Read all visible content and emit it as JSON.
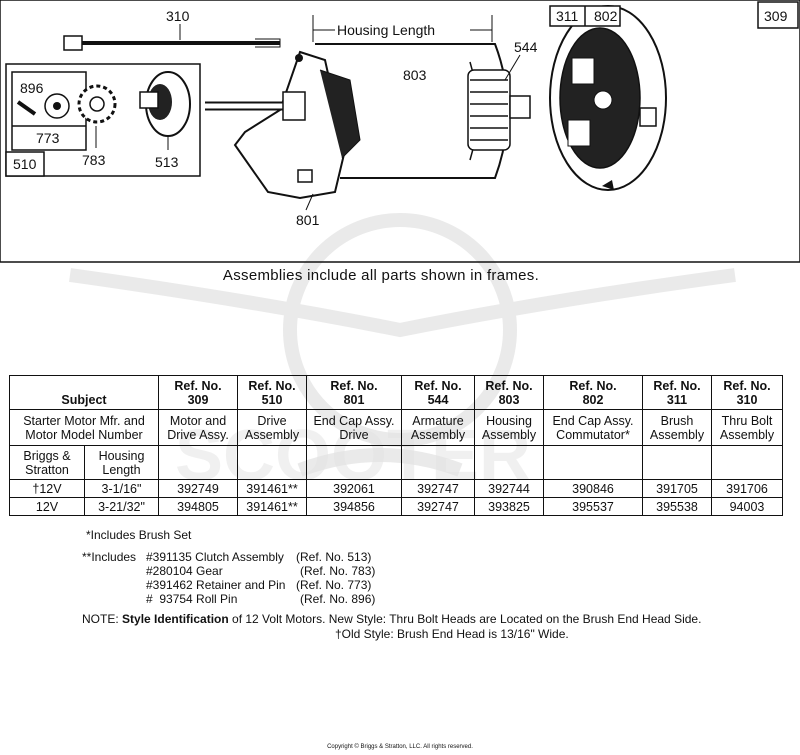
{
  "diagram": {
    "labels": {
      "p309": "309",
      "p310": "310",
      "housing_length": "Housing Length",
      "p544": "544",
      "p803": "803",
      "p311": "311",
      "p802": "802",
      "p896": "896",
      "p773": "773",
      "p510": "510",
      "p783": "783",
      "p513": "513",
      "p801": "801"
    }
  },
  "caption": "Assemblies include all parts shown in frames.",
  "table": {
    "subject_label": "Subject",
    "ref_prefix": "Ref. No.",
    "columns": [
      {
        "ref": "309",
        "desc1": "Motor and",
        "desc2": "Drive Assy."
      },
      {
        "ref": "510",
        "desc1": "Drive",
        "desc2": "Assembly"
      },
      {
        "ref": "801",
        "desc1": "End Cap Assy.",
        "desc2": "Drive"
      },
      {
        "ref": "544",
        "desc1": "Armature",
        "desc2": "Assembly"
      },
      {
        "ref": "803",
        "desc1": "Housing",
        "desc2": "Assembly"
      },
      {
        "ref": "802",
        "desc1": "End Cap Assy.",
        "desc2": "Commutator*"
      },
      {
        "ref": "311",
        "desc1": "Brush",
        "desc2": "Assembly"
      },
      {
        "ref": "310",
        "desc1": "Thru Bolt",
        "desc2": "Assembly"
      }
    ],
    "subject_desc1": "Starter Motor Mfr. and",
    "subject_desc2": "Motor Model Number",
    "mfr1": "Briggs &",
    "mfr2": "Stratton",
    "housing1": "Housing",
    "housing2": "Length",
    "rows": [
      {
        "voltage": "†12V",
        "length": "3-1/16\"",
        "values": [
          "392749",
          "391461**",
          "392061",
          "392747",
          "392744",
          "390846",
          "391705",
          "391706"
        ]
      },
      {
        "voltage": "12V",
        "length": "3-21/32\"",
        "values": [
          "394805",
          "391461**",
          "394856",
          "392747",
          "393825",
          "395537",
          "395538",
          "94003"
        ]
      }
    ]
  },
  "notes": {
    "brush_set": "*Includes Brush Set",
    "includes_prefix": "**Includes",
    "items": [
      {
        "part": "#391135 Clutch Assembly",
        "ref": "(Ref. No. 513)"
      },
      {
        "part": "#280104 Gear",
        "ref": "(Ref. No. 783)"
      },
      {
        "part": "#391462 Retainer and Pin",
        "ref": "(Ref. No. 773)"
      },
      {
        "part": "#  93754 Roll Pin",
        "ref": "(Ref. No. 896)"
      }
    ],
    "note_prefix": "NOTE: ",
    "note_bold": "Style Identification",
    "note_text": " of 12 Volt Motors. New Style: Thru Bolt Heads are Located on the Brush End Head Side.",
    "old_style": "†Old Style: Brush End Head is 13/16\" Wide."
  },
  "copyright": "Copyright © Briggs & Stratton, LLC. All rights reserved."
}
